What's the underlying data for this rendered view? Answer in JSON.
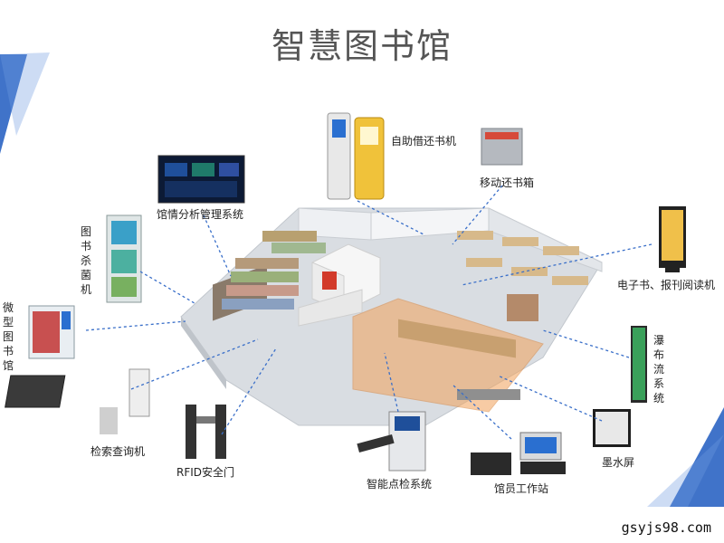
{
  "title": "智慧图书馆",
  "labels": {
    "self_service": "自助借还书机",
    "mobile_return": "移动还书箱",
    "analytics": "馆情分析管理系统",
    "sterilizer": "图书杀菌机",
    "micro_library": "微型图书馆",
    "ebook_reader": "电子书、报刊阅读机",
    "waterfall": "瀑布流系统",
    "search_kiosk": "检索查询机",
    "rfid_gate": "RFID安全门",
    "inventory": "智能点检系统",
    "workstation": "馆员工作站",
    "eink": "墨水屏"
  },
  "watermark": "gsyjs98.com",
  "colors": {
    "accent_blue": "#1e5bbf",
    "dashed_line": "#3a6fc9",
    "orange_room": "#f2a25a",
    "floor": "#d9dde2"
  }
}
